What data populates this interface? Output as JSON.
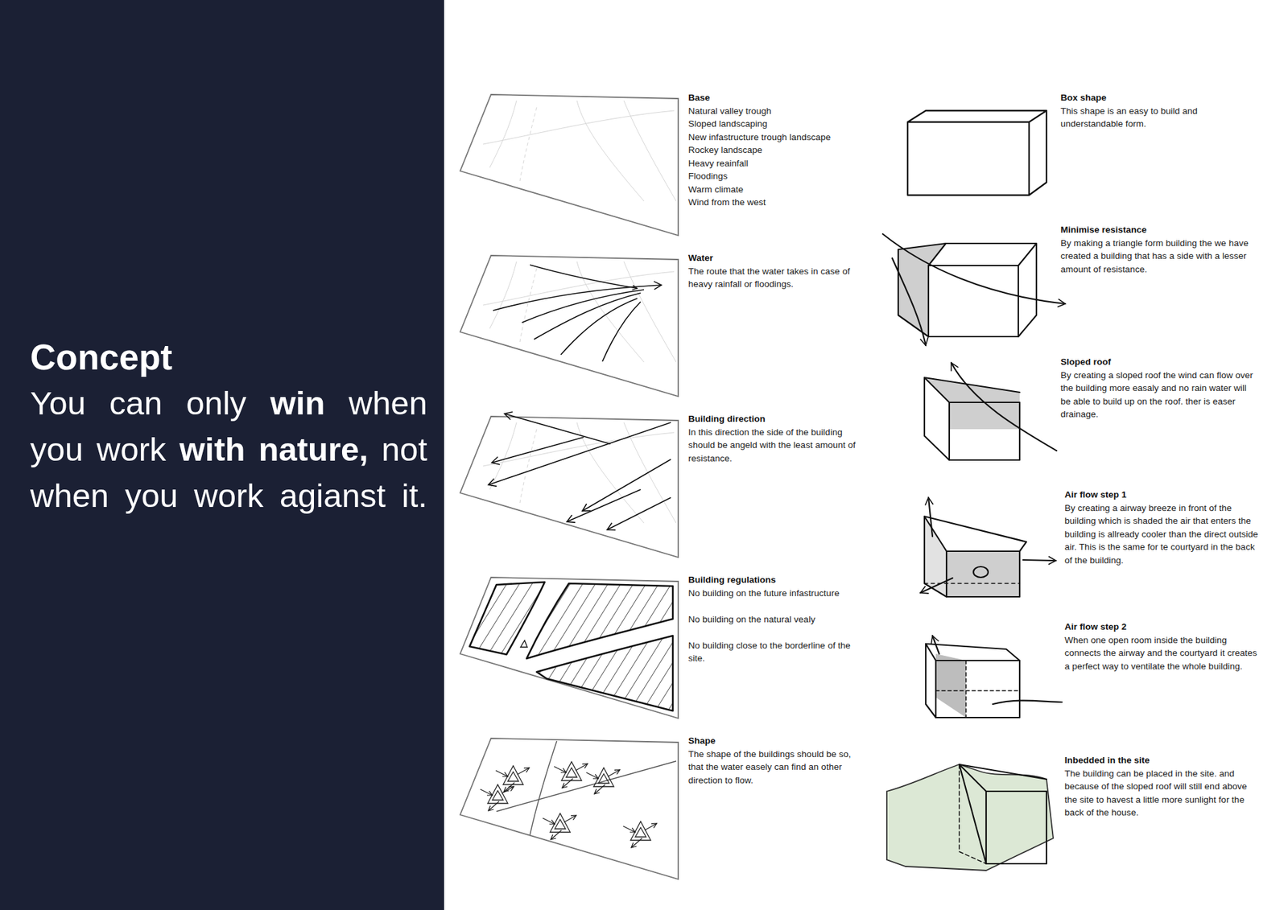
{
  "diagram": {
    "nodes": [
      {
        "text": [
          "Concept",
          "You can only",
          "win",
          "when you work",
          "with nature,",
          "not when you work agianst it."
        ]
      }
    ],
    "labels": [
      "Base",
      "Natural valley trough",
      "Sloped landscaping",
      "New infastructure trough landscape",
      "Rockey landscape",
      "Heavy reainfall",
      "Floodings",
      "Warm climate",
      "Wind from the west",
      "Water",
      "The route that the water takes in case of heavy rainfall or floodings.",
      "Building direction",
      "In this direction the side of the building should be angeld with the least amount of resistance.",
      "Building regulations",
      "No building on the future infastructure",
      "No building on the natural vealy",
      "No building close to the borderline of the site.",
      "Shape",
      "The shape of the buildings should be so, that the water easely can find an other direction to flow.",
      "Box shape",
      "This shape is an easy to build and understandable form.",
      "Minimise resistance",
      "By making a triangle form building the we have created a building that has a side with a lesser amount of resistance.",
      "Sloped roof",
      "By creating a sloped roof the wind can flow over the building more easaly and no rain water will be able to build up on the roof. ther is easer drainage.",
      "Air flow step 1",
      "By creating a airway breeze in front of the building which is shaded the air that enters the building is allready cooler than the direct outside air. This is the same for te courtyard in the back of the building.",
      "Air flow step 2",
      "When one open room inside the building connects the airway and the courtyard it creates a perfect way to ventilate the whole building.",
      "Inbedded in the site",
      "The building can be placed in the site. and because of the sloped roof will still end above the site to havest a little more sunlight for the back of the house."
    ]
  }
}
